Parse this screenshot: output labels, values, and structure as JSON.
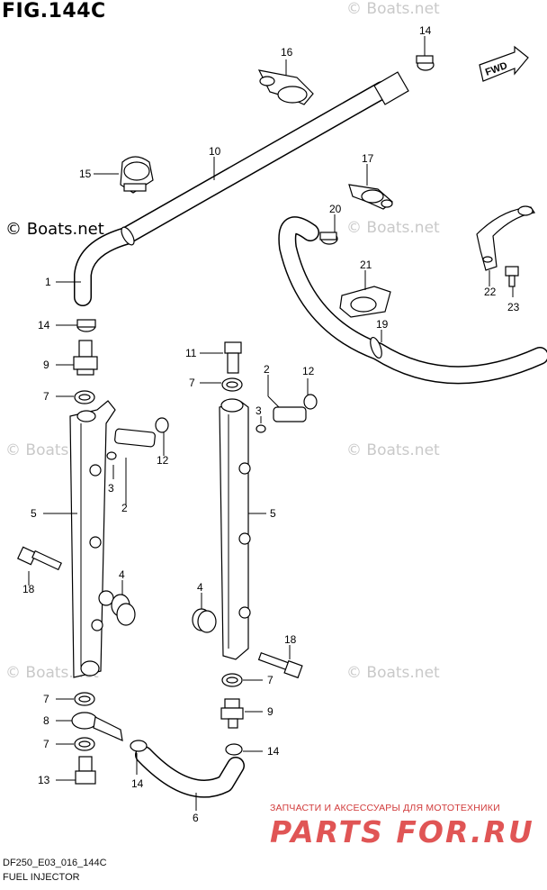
{
  "figure": {
    "title": "FIG.144C",
    "code": "DF250_E03_016_144C",
    "name": "FUEL INJECTOR",
    "direction_badge": "FWD"
  },
  "watermark": {
    "main": "© Boats.net",
    "repeat": "© Boats.net"
  },
  "promo": {
    "tagline": "ЗАПЧАСТИ И АКСЕССУАРЫ ДЛЯ МОТОТЕХНИКИ",
    "logo": "PARTS FOR.RU"
  },
  "callouts": {
    "c14a": "14",
    "c16": "16",
    "c10": "10",
    "c15": "15",
    "c17": "17",
    "c20": "20",
    "c22": "22",
    "c23": "23",
    "c21": "21",
    "c19": "19",
    "c1": "1",
    "c14b": "14",
    "c9a": "9",
    "c7a": "7",
    "c11": "11",
    "c7b": "7",
    "c2a": "2",
    "c12a": "12",
    "c3a": "3",
    "c12b": "12",
    "c3b": "3",
    "c2b": "2",
    "c5a": "5",
    "c5b": "5",
    "c18a": "18",
    "c4a": "4",
    "c4b": "4",
    "c18b": "18",
    "c7c": "7",
    "c7d": "7",
    "c8": "8",
    "c9b": "9",
    "c7e": "7",
    "c14c": "14",
    "c13": "13",
    "c14d": "14",
    "c6": "6"
  }
}
